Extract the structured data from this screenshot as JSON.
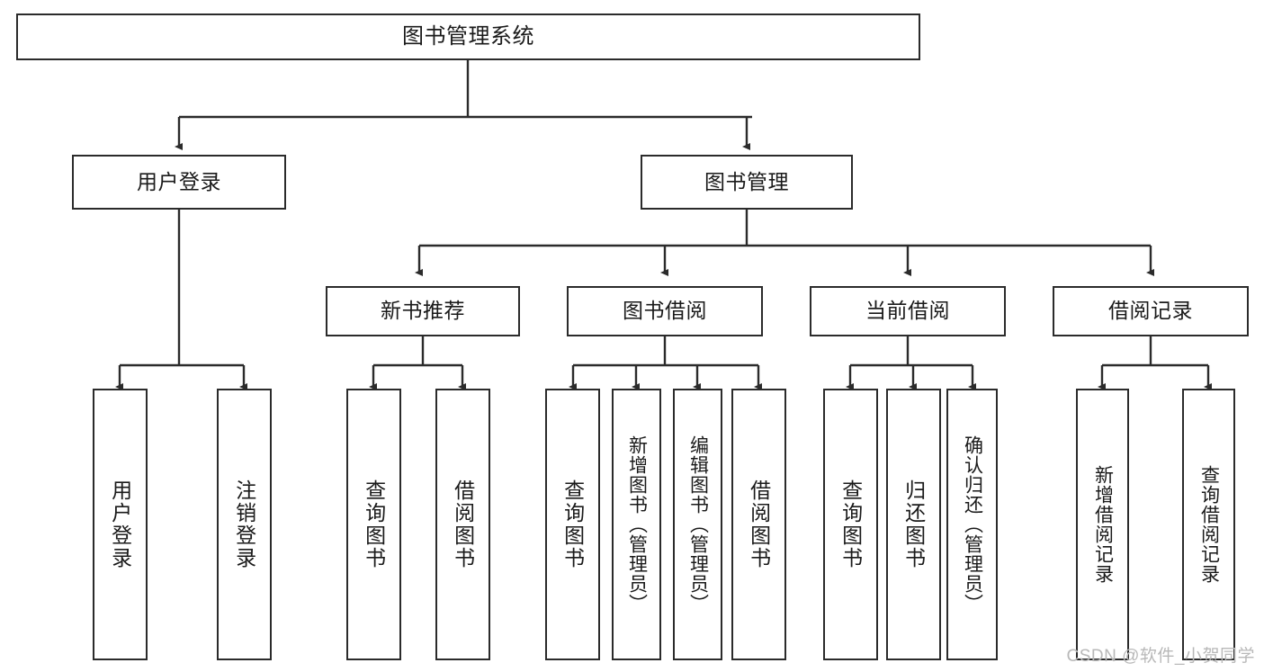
{
  "diagram": {
    "type": "hierarchy-tree",
    "title": "图书管理系统",
    "colors": {
      "box_border": "#2b2b2b",
      "box_fill": "#ffffff",
      "edge": "#2b2b2b",
      "text": "#1a1a1a",
      "watermark": "#b8b8b8"
    },
    "root": {
      "label": "图书管理系统"
    },
    "level2": [
      {
        "label": "用户登录"
      },
      {
        "label": "图书管理"
      }
    ],
    "level3": [
      {
        "label": "新书推荐"
      },
      {
        "label": "图书借阅"
      },
      {
        "label": "当前借阅"
      },
      {
        "label": "借阅记录"
      }
    ],
    "leaves": {
      "user_login": [
        {
          "label": "用户登录"
        },
        {
          "label": "注销登录"
        }
      ],
      "new_book": [
        {
          "label": "查询图书"
        },
        {
          "label": "借阅图书"
        }
      ],
      "book_borrow": [
        {
          "label": "查询图书"
        },
        {
          "label": "新增图书（管理员）"
        },
        {
          "label": "编辑图书（管理员）"
        },
        {
          "label": "借阅图书"
        }
      ],
      "current_borrow": [
        {
          "label": "查询图书"
        },
        {
          "label": "归还图书"
        },
        {
          "label": "确认归还（管理员）"
        }
      ],
      "borrow_record": [
        {
          "label": "新增借阅记录"
        },
        {
          "label": "查询借阅记录"
        }
      ]
    }
  },
  "watermark": {
    "text": "CSDN @软件_小贺同学"
  }
}
